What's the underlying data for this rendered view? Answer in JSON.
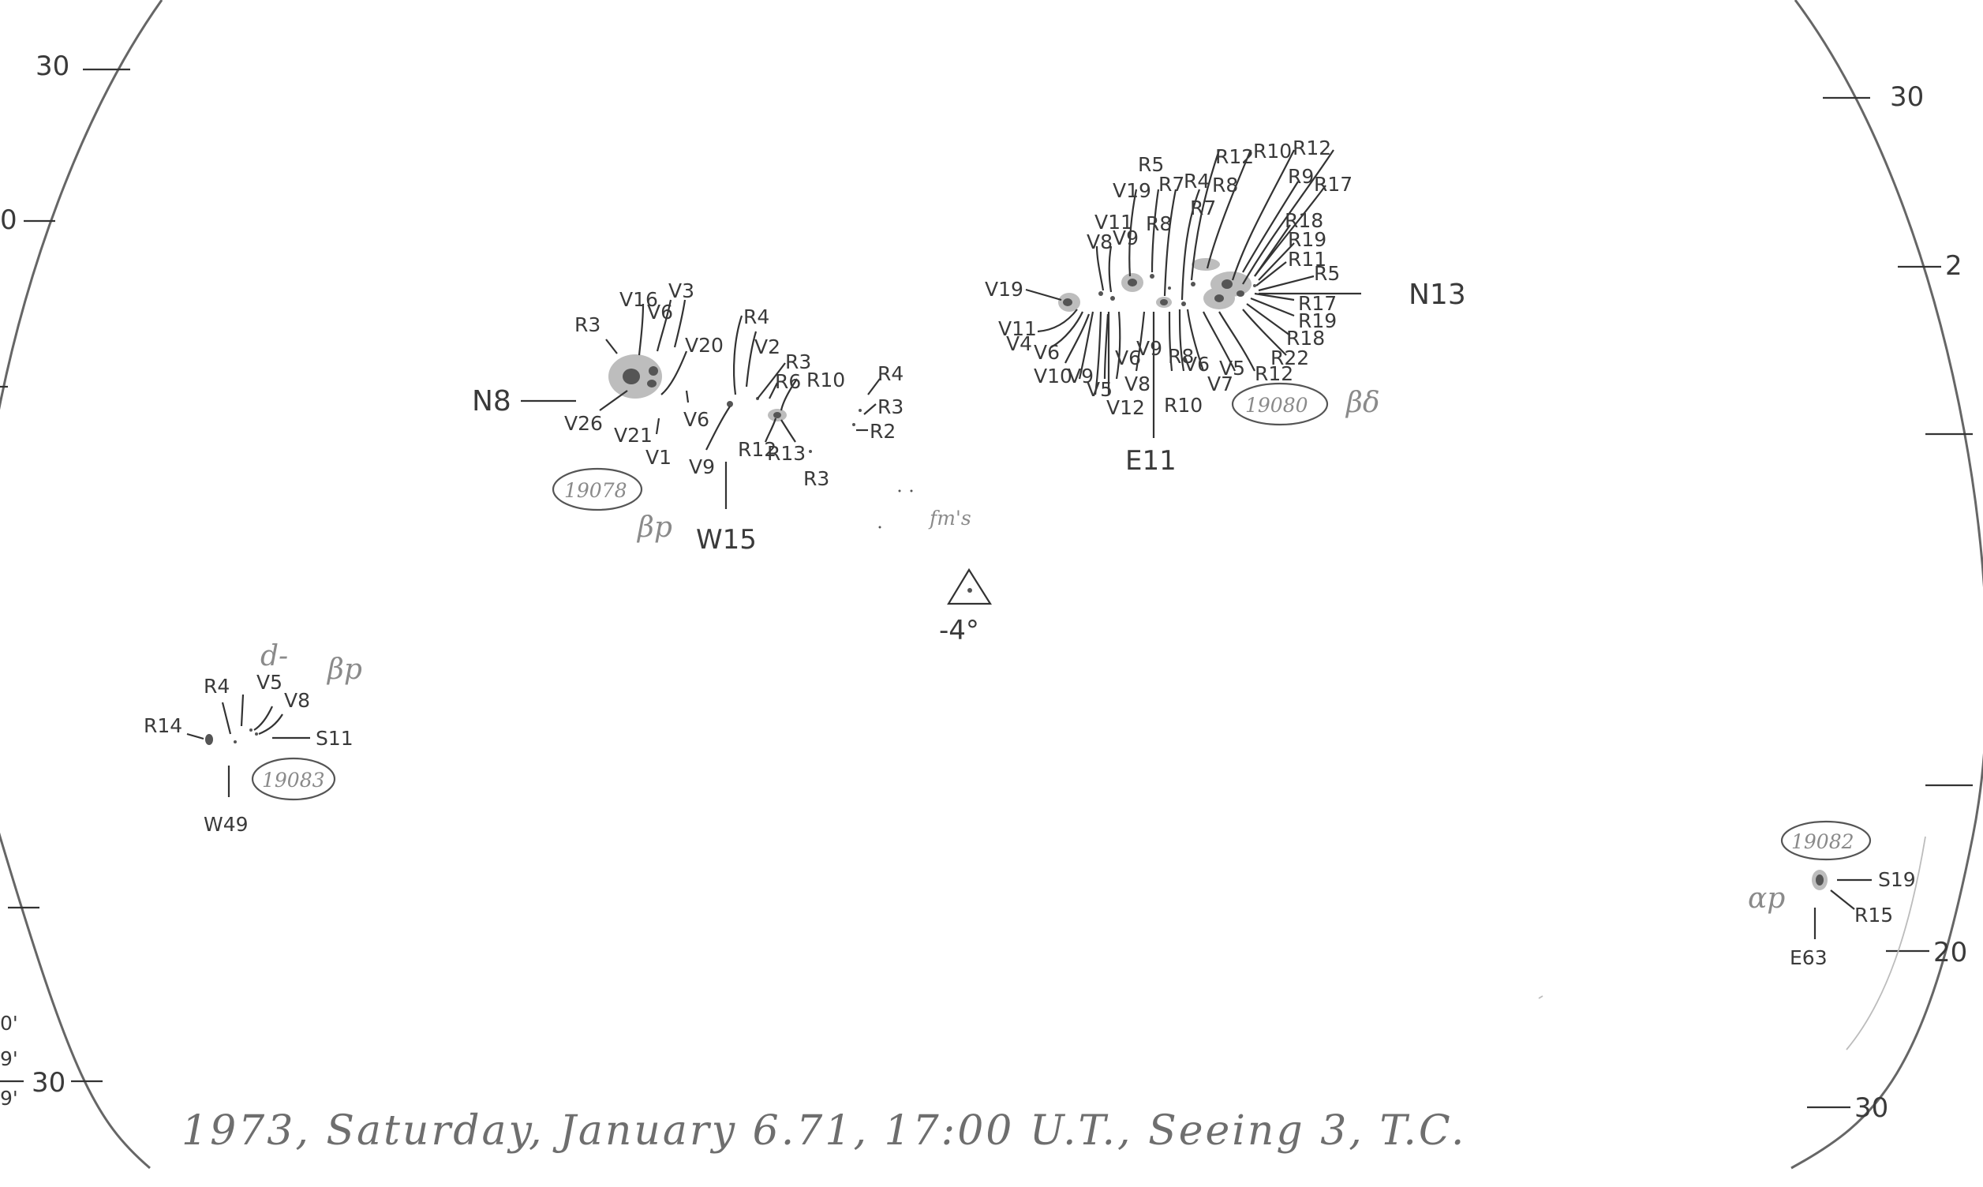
{
  "caption": "1973, Saturday, January 6.71, 17:00 U.T., Seeing 3, T.C.",
  "scale_marks": {
    "top_left": "30",
    "top_right": "30",
    "right_mid": "20",
    "bottom_left": "30",
    "bottom_right": "30",
    "right_upper_partial": "2",
    "left_upper_partial": "0"
  },
  "edge_fragments": [
    "0'",
    "9'",
    "9'"
  ],
  "center_marker": {
    "label": "-4°",
    "note": "fm's"
  },
  "groups": [
    {
      "number": "19078",
      "class": "βp",
      "ns": "N8",
      "ew": "W15",
      "labels": [
        "R3",
        "V16",
        "V3",
        "V6",
        "V20",
        "V6",
        "V26",
        "V21",
        "V1",
        "R4",
        "V2",
        "R3",
        "R6",
        "R10",
        "V9",
        "R12",
        "R13",
        "R3",
        "R4",
        "R3",
        "R2"
      ]
    },
    {
      "number": "19080",
      "class": "βδ",
      "ns": "N13",
      "ew": "E11",
      "labels": [
        "R5",
        "R12",
        "R10",
        "R12",
        "V19",
        "R7",
        "R4",
        "R8",
        "R9",
        "R17",
        "V11",
        "R8",
        "R7",
        "R18",
        "V8",
        "V9",
        "R19",
        "R11",
        "R5",
        "V19",
        "R17",
        "R19",
        "V11",
        "R18",
        "V4",
        "V6",
        "V9",
        "R8",
        "V6",
        "V5",
        "R22",
        "V10",
        "V9",
        "V6",
        "V5",
        "V8",
        "V12",
        "R10",
        "V7",
        "R12"
      ]
    },
    {
      "number": "19083",
      "class": "βp",
      "prefix": "d-",
      "ns": "S11",
      "ew": "W49",
      "labels": [
        "R14",
        "R4",
        "V5",
        "V8"
      ]
    },
    {
      "number": "19082",
      "class": "αp",
      "ns": "S19",
      "ew": "E63",
      "labels": [
        "R15"
      ]
    }
  ]
}
